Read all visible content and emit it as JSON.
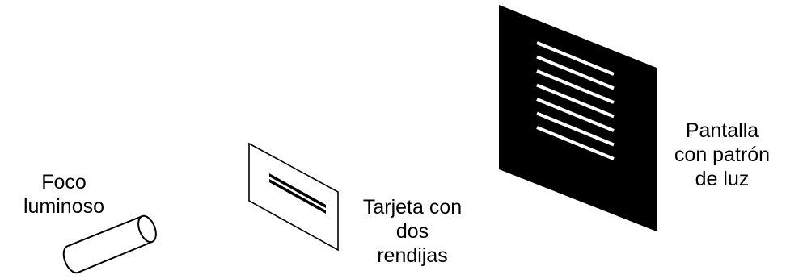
{
  "labels": {
    "source": [
      "Foco",
      "luminoso"
    ],
    "card": [
      "Tarjeta con",
      "dos",
      "rendijas"
    ],
    "screen": [
      "Pantalla",
      "con patrón",
      "de luz"
    ]
  },
  "slits_count": 2,
  "fringe_count": 7,
  "colors": {
    "ink": "#000000",
    "paper": "#ffffff"
  }
}
